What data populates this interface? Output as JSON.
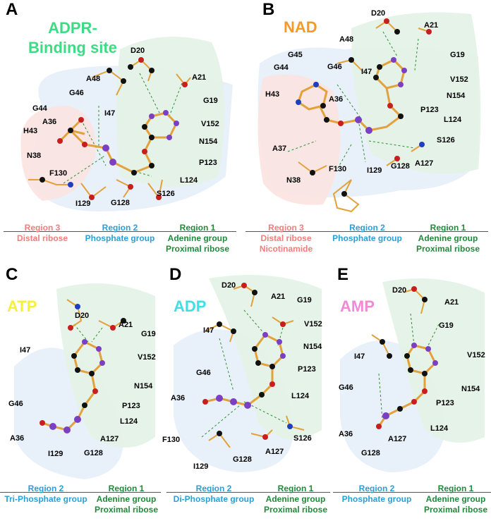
{
  "panels": {
    "A": {
      "label": "A",
      "ligand_line1": "ADPR-",
      "ligand_line2": "Binding site",
      "ligand_color": "#3ddc84",
      "residues": [
        "D20",
        "A21",
        "A48",
        "G46",
        "I47",
        "G19",
        "G44",
        "V152",
        "H43",
        "A36",
        "N154",
        "N38",
        "P123",
        "F130",
        "L124",
        "S126",
        "I129",
        "G128"
      ],
      "regions": [
        {
          "title": "Region 3",
          "lines": [
            "Distal ribose"
          ],
          "class": "c3"
        },
        {
          "title": "Region 2",
          "lines": [
            "Phosphate group"
          ],
          "class": "c2"
        },
        {
          "title": "Region 1",
          "lines": [
            "Adenine group",
            "Proximal ribose"
          ],
          "class": "c1"
        }
      ]
    },
    "B": {
      "label": "B",
      "ligand": "NAD",
      "ligand_color": "#f59a23",
      "residues": [
        "D20",
        "A21",
        "A48",
        "G45",
        "G44",
        "G46",
        "I47",
        "G19",
        "V152",
        "H43",
        "A36",
        "N154",
        "P123",
        "L124",
        "S126",
        "A37",
        "F130",
        "I129",
        "G128",
        "A127",
        "N38"
      ],
      "regions": [
        {
          "title": "Region 3",
          "lines": [
            "Distal ribose",
            "Nicotinamide"
          ],
          "class": "c3"
        },
        {
          "title": "Region 2",
          "lines": [
            "Phosphate group"
          ],
          "class": "c2"
        },
        {
          "title": "Region 1",
          "lines": [
            "Adenine group",
            "Proximal ribose"
          ],
          "class": "c1"
        }
      ]
    },
    "C": {
      "label": "C",
      "ligand": "ATP",
      "ligand_color": "#f5f03a",
      "residues": [
        "D20",
        "A21",
        "G19",
        "V152",
        "I47",
        "N154",
        "G46",
        "P123",
        "L124",
        "A36",
        "A127",
        "I129",
        "G128"
      ],
      "regions": [
        {
          "title": "Region 2",
          "lines": [
            "Tri-Phosphate group"
          ],
          "class": "c2"
        },
        {
          "title": "Region 1",
          "lines": [
            "Adenine group",
            "Proximal ribose"
          ],
          "class": "c1"
        }
      ]
    },
    "D": {
      "label": "D",
      "ligand": "ADP",
      "ligand_color": "#3ee0e6",
      "residues": [
        "D20",
        "A21",
        "G19",
        "I47",
        "V152",
        "N154",
        "G46",
        "P123",
        "A36",
        "L124",
        "F130",
        "S126",
        "A127",
        "I129",
        "G128"
      ],
      "regions": [
        {
          "title": "Region 2",
          "lines": [
            "Di-Phosphate group"
          ],
          "class": "c2"
        },
        {
          "title": "Region 1",
          "lines": [
            "Adenine group",
            "Proximal ribose"
          ],
          "class": "c1"
        }
      ]
    },
    "E": {
      "label": "E",
      "ligand": "AMP",
      "ligand_color": "#f08ad6",
      "residues": [
        "D20",
        "A21",
        "G19",
        "I47",
        "V152",
        "G46",
        "N154",
        "P123",
        "A36",
        "L124",
        "A127",
        "G128"
      ],
      "regions": [
        {
          "title": "Region 2",
          "lines": [
            "Phosphate group"
          ],
          "class": "c2"
        },
        {
          "title": "Region 1",
          "lines": [
            "Adenine group",
            "Proximal ribose"
          ],
          "class": "c1"
        }
      ]
    }
  }
}
